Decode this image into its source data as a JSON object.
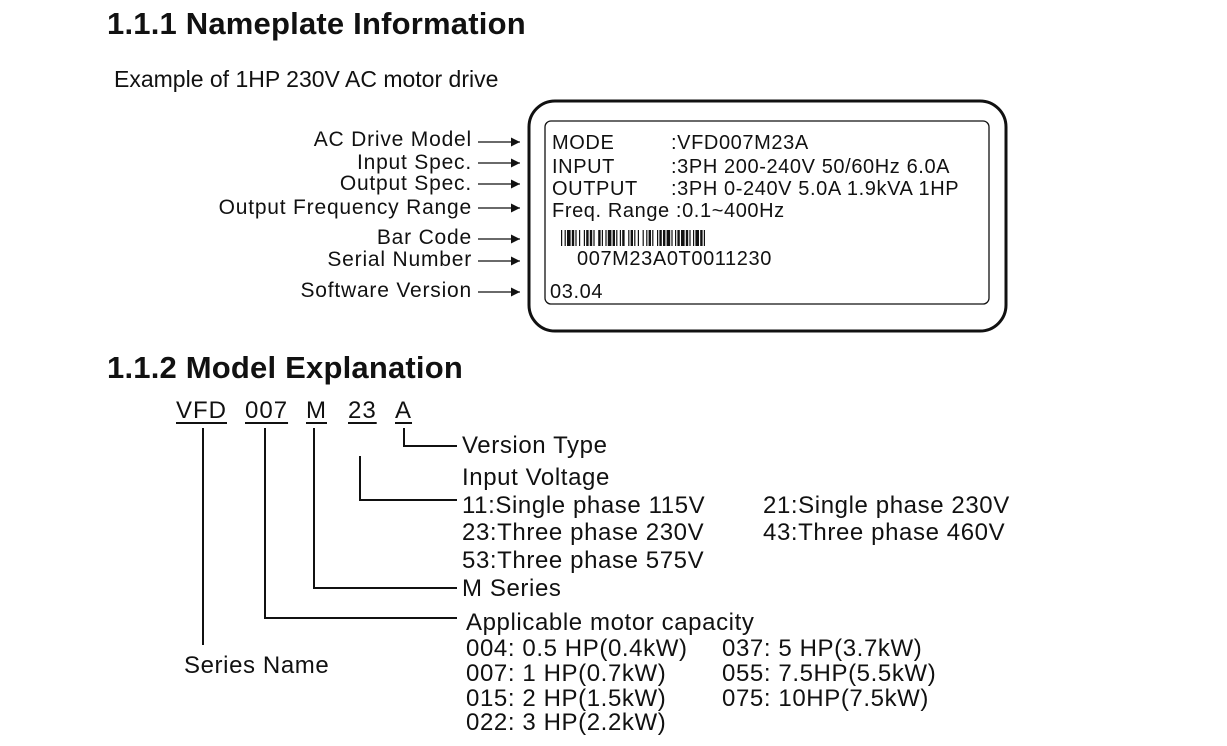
{
  "section1": {
    "title": "1.1.1 Nameplate Information",
    "subtitle": "Example of 1HP 230V AC motor drive",
    "labels": [
      "AC Drive Model",
      "Input Spec.",
      "Output Spec.",
      "Output Frequency Range",
      "Bar Code",
      "Serial Number",
      "Software Version"
    ],
    "plate": {
      "mode_key": "MODE",
      "mode_val": ":VFD007M23A",
      "input_key": "INPUT",
      "input_val": ":3PH 200-240V 50/60Hz 6.0A",
      "output_key": "OUTPUT",
      "output_val": ":3PH 0-240V 5.0A 1.9kVA 1HP",
      "freq": "Freq. Range :0.1~400Hz",
      "serial": "007M23A0T0011230",
      "software": "03.04"
    }
  },
  "section2": {
    "title": "1.1.2 Model Explanation",
    "codes": [
      "VFD",
      "007",
      "M",
      "23",
      "A"
    ],
    "version_type": "Version Type",
    "input_voltage": "Input Voltage",
    "voltages": [
      "11:Single phase 115V",
      "21:Single phase 230V",
      "23:Three phase 230V",
      "43:Three phase 460V",
      "53:Three phase 575V"
    ],
    "m_series": "M Series",
    "capacity_title": "Applicable motor capacity",
    "capacities": [
      "004: 0.5 HP(0.4kW)",
      "037: 5 HP(3.7kW)",
      "007: 1 HP(0.7kW)",
      "055: 7.5HP(5.5kW)",
      "015: 2 HP(1.5kW)",
      "075: 10HP(7.5kW)",
      "022: 3 HP(2.2kW)"
    ],
    "series_name": "Series Name"
  }
}
